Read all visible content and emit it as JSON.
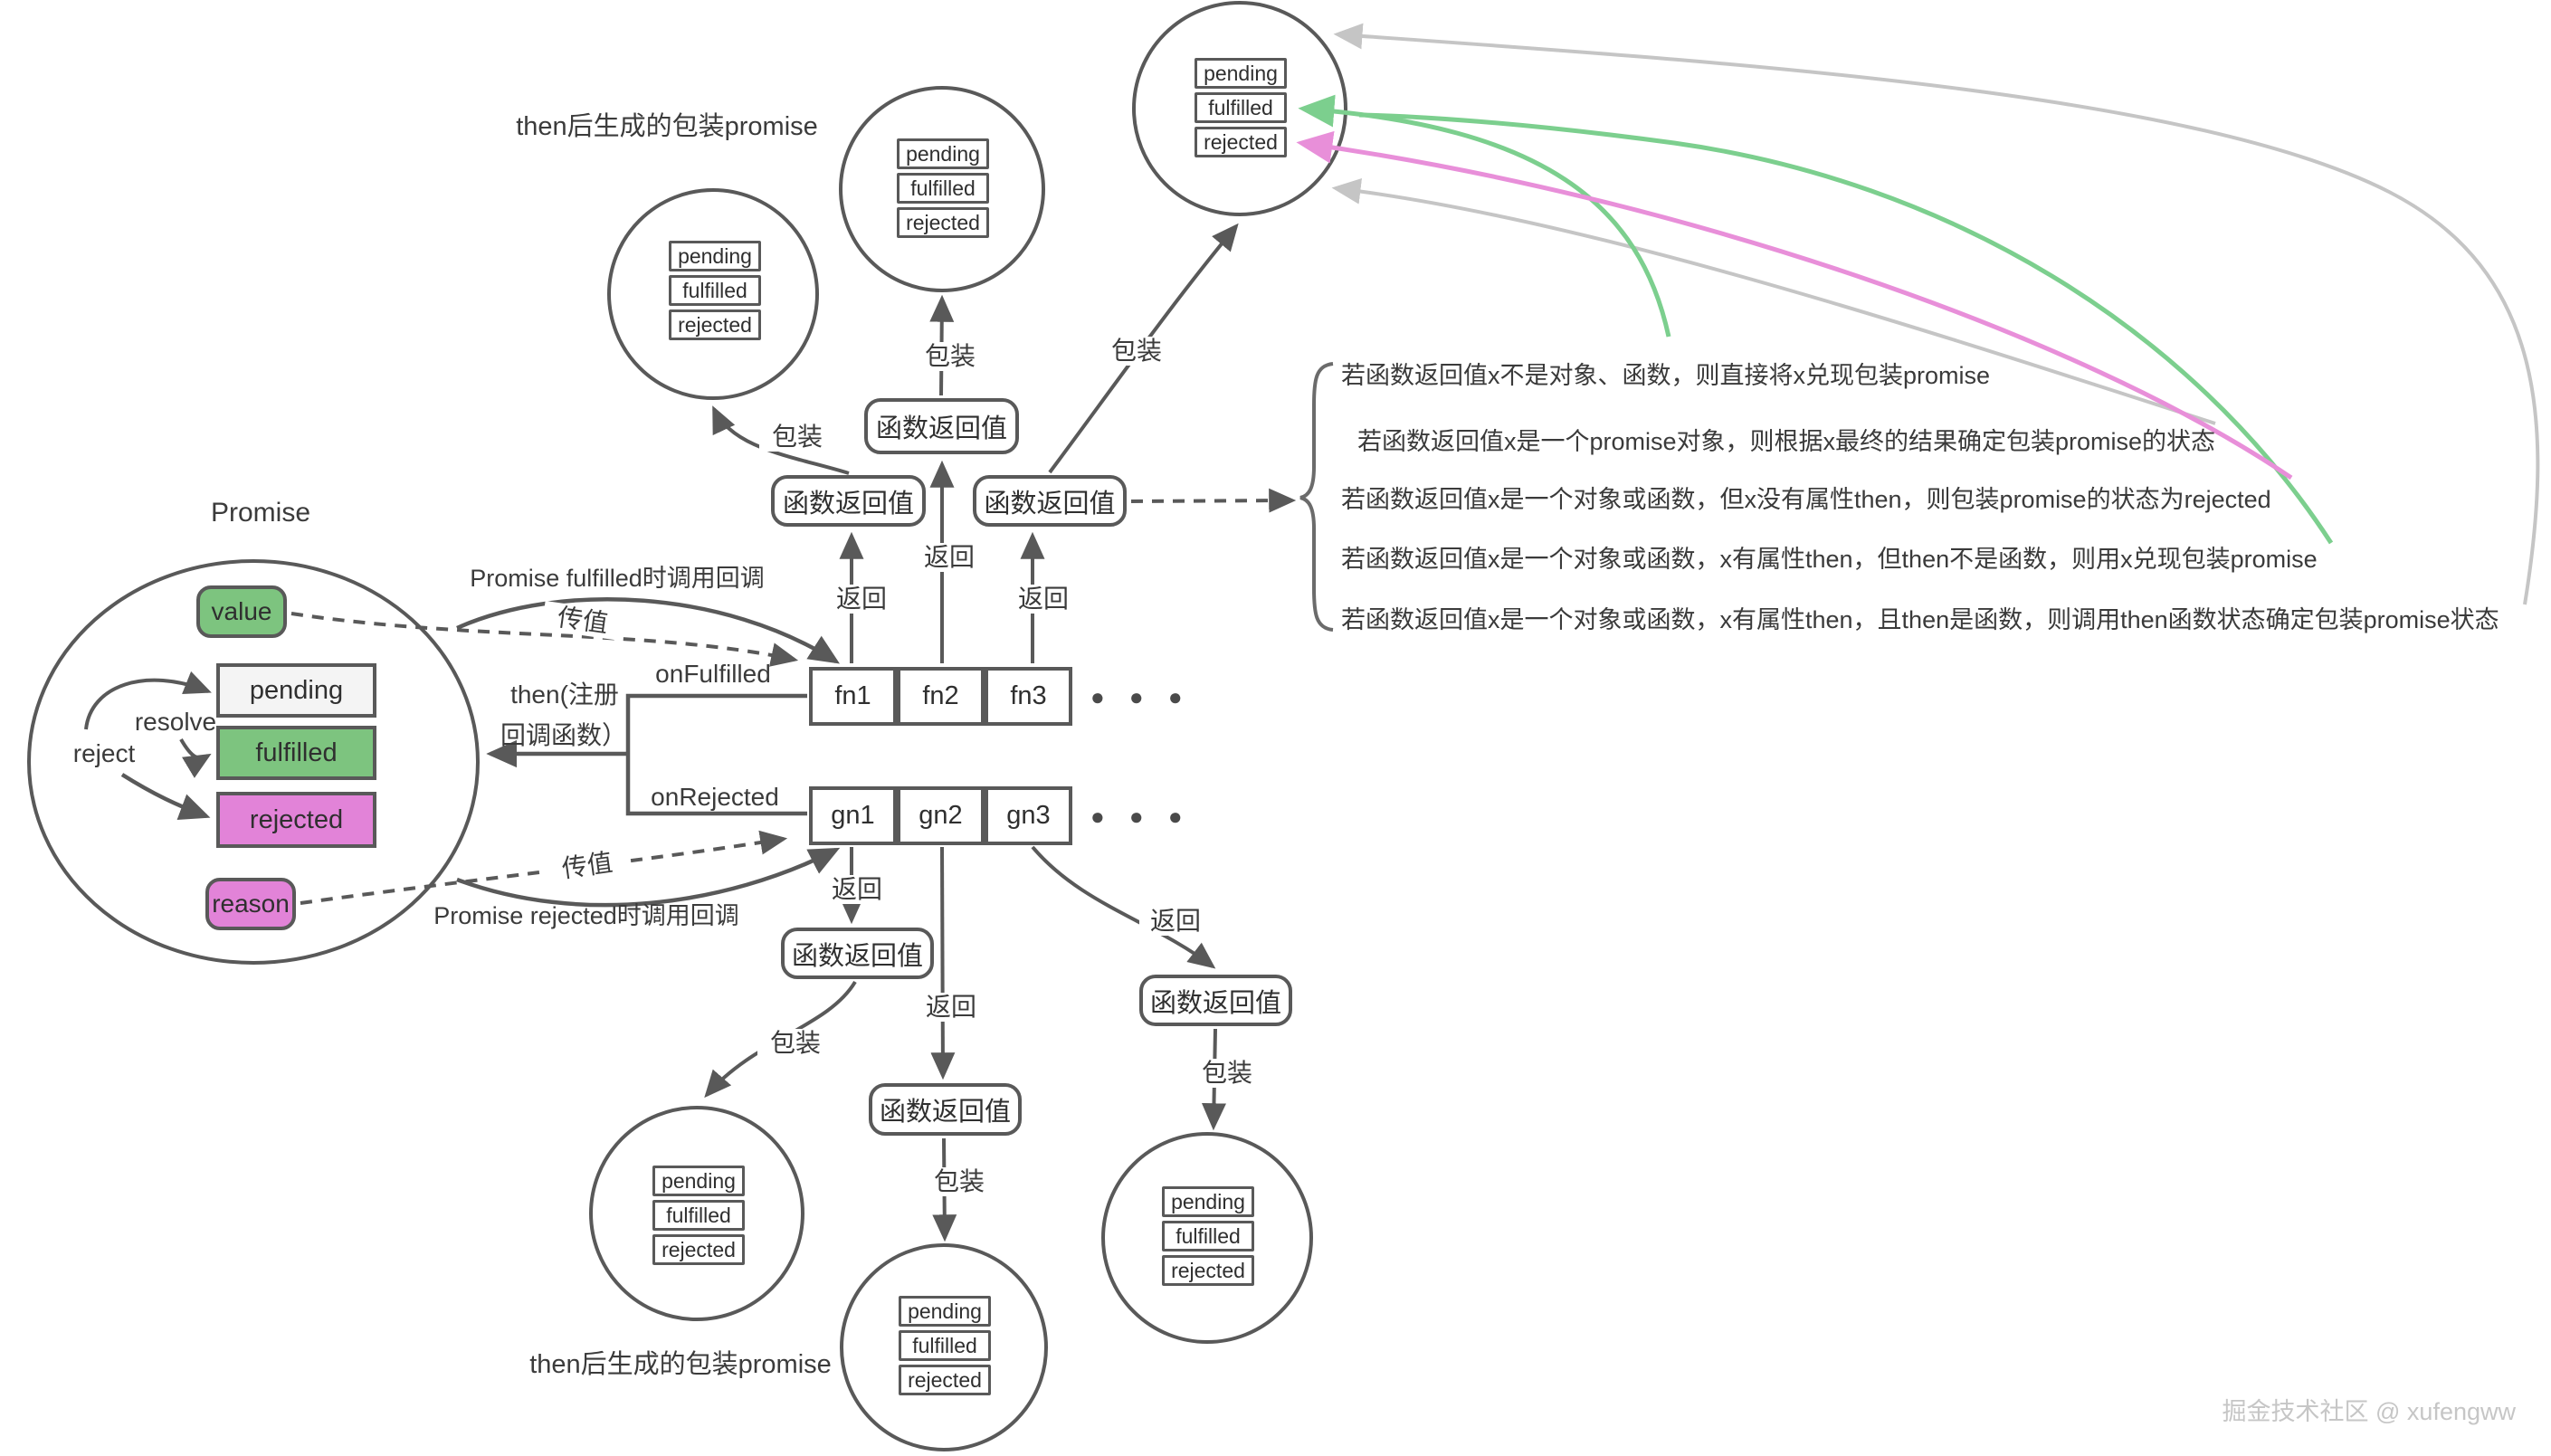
{
  "watermark": "掘金技术社区 @ xufengww",
  "colors": {
    "state_green": "#7dc47f",
    "state_pink": "#e283d8",
    "pending_bg": "#f4f4f4",
    "line": "#595959",
    "gray_arrow": "#c5c5c5",
    "green_arrow": "#7ccf8e",
    "pink_arrow": "#e88fd9"
  },
  "captions": {
    "top_wrapped_promise": "then后生成的包装promise",
    "bottom_wrapped_promise": "then后生成的包装promise"
  },
  "promise_circle": {
    "title": "Promise",
    "value_label": "value",
    "reason_label": "reason",
    "resolve_label": "resolve",
    "reject_label": "reject"
  },
  "states": {
    "pending": "pending",
    "fulfilled": "fulfilled",
    "rejected": "rejected"
  },
  "then_section": {
    "then_line1": "then(注册",
    "then_line2": "回调函数）",
    "on_fulfilled": "onFulfilled",
    "on_rejected": "onRejected",
    "fulfilled_callback_note": "Promise fulfilled时调用回调",
    "rejected_callback_note": "Promise rejected时调用回调",
    "pass_value_label": "传值",
    "fn_boxes": [
      "fn1",
      "fn2",
      "fn3"
    ],
    "gn_boxes": [
      "gn1",
      "gn2",
      "gn3"
    ],
    "ellipsis": "● ● ●"
  },
  "flow_labels": {
    "return": "返回",
    "wrap": "包装",
    "function_return_value": "函数返回值"
  },
  "rules": [
    "若函数返回值x不是对象、函数，则直接将x兑现包装promise",
    "若函数返回值x是一个promise对象，则根据x最终的结果确定包装promise的状态",
    "若函数返回值x是一个对象或函数，但x没有属性then，则包装promise的状态为rejected",
    "若函数返回值x是一个对象或函数，x有属性then，但then不是函数，则用x兑现包装promise",
    "若函数返回值x是一个对象或函数，x有属性then，且then是函数，则调用then函数状态确定包装promise状态"
  ]
}
